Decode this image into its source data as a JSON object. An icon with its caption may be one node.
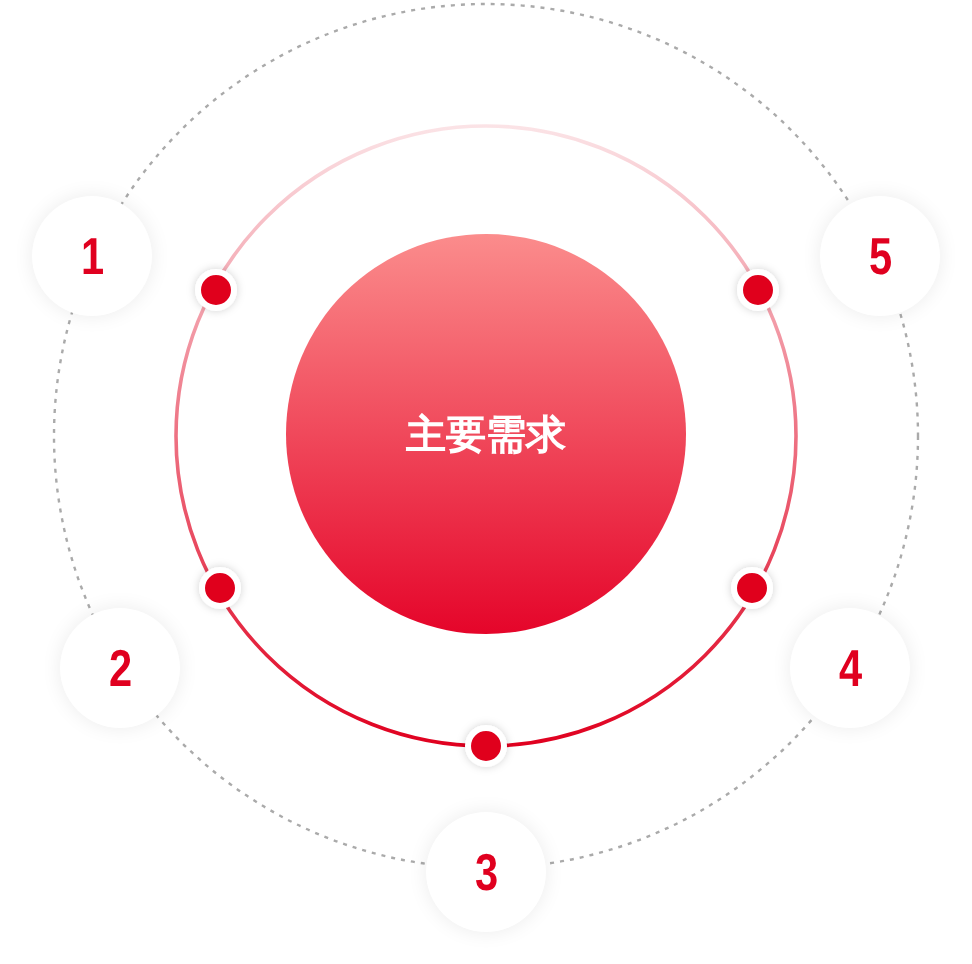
{
  "diagram": {
    "nodes": [
      {
        "text": [
          "1"
        ]
      },
      {
        "text": [
          "5"
        ]
      },
      {
        "text": [
          "主要需求"
        ]
      },
      {
        "text": [
          "2"
        ]
      },
      {
        "text": [
          "4"
        ]
      },
      {
        "text": [
          "3"
        ]
      }
    ]
  }
}
